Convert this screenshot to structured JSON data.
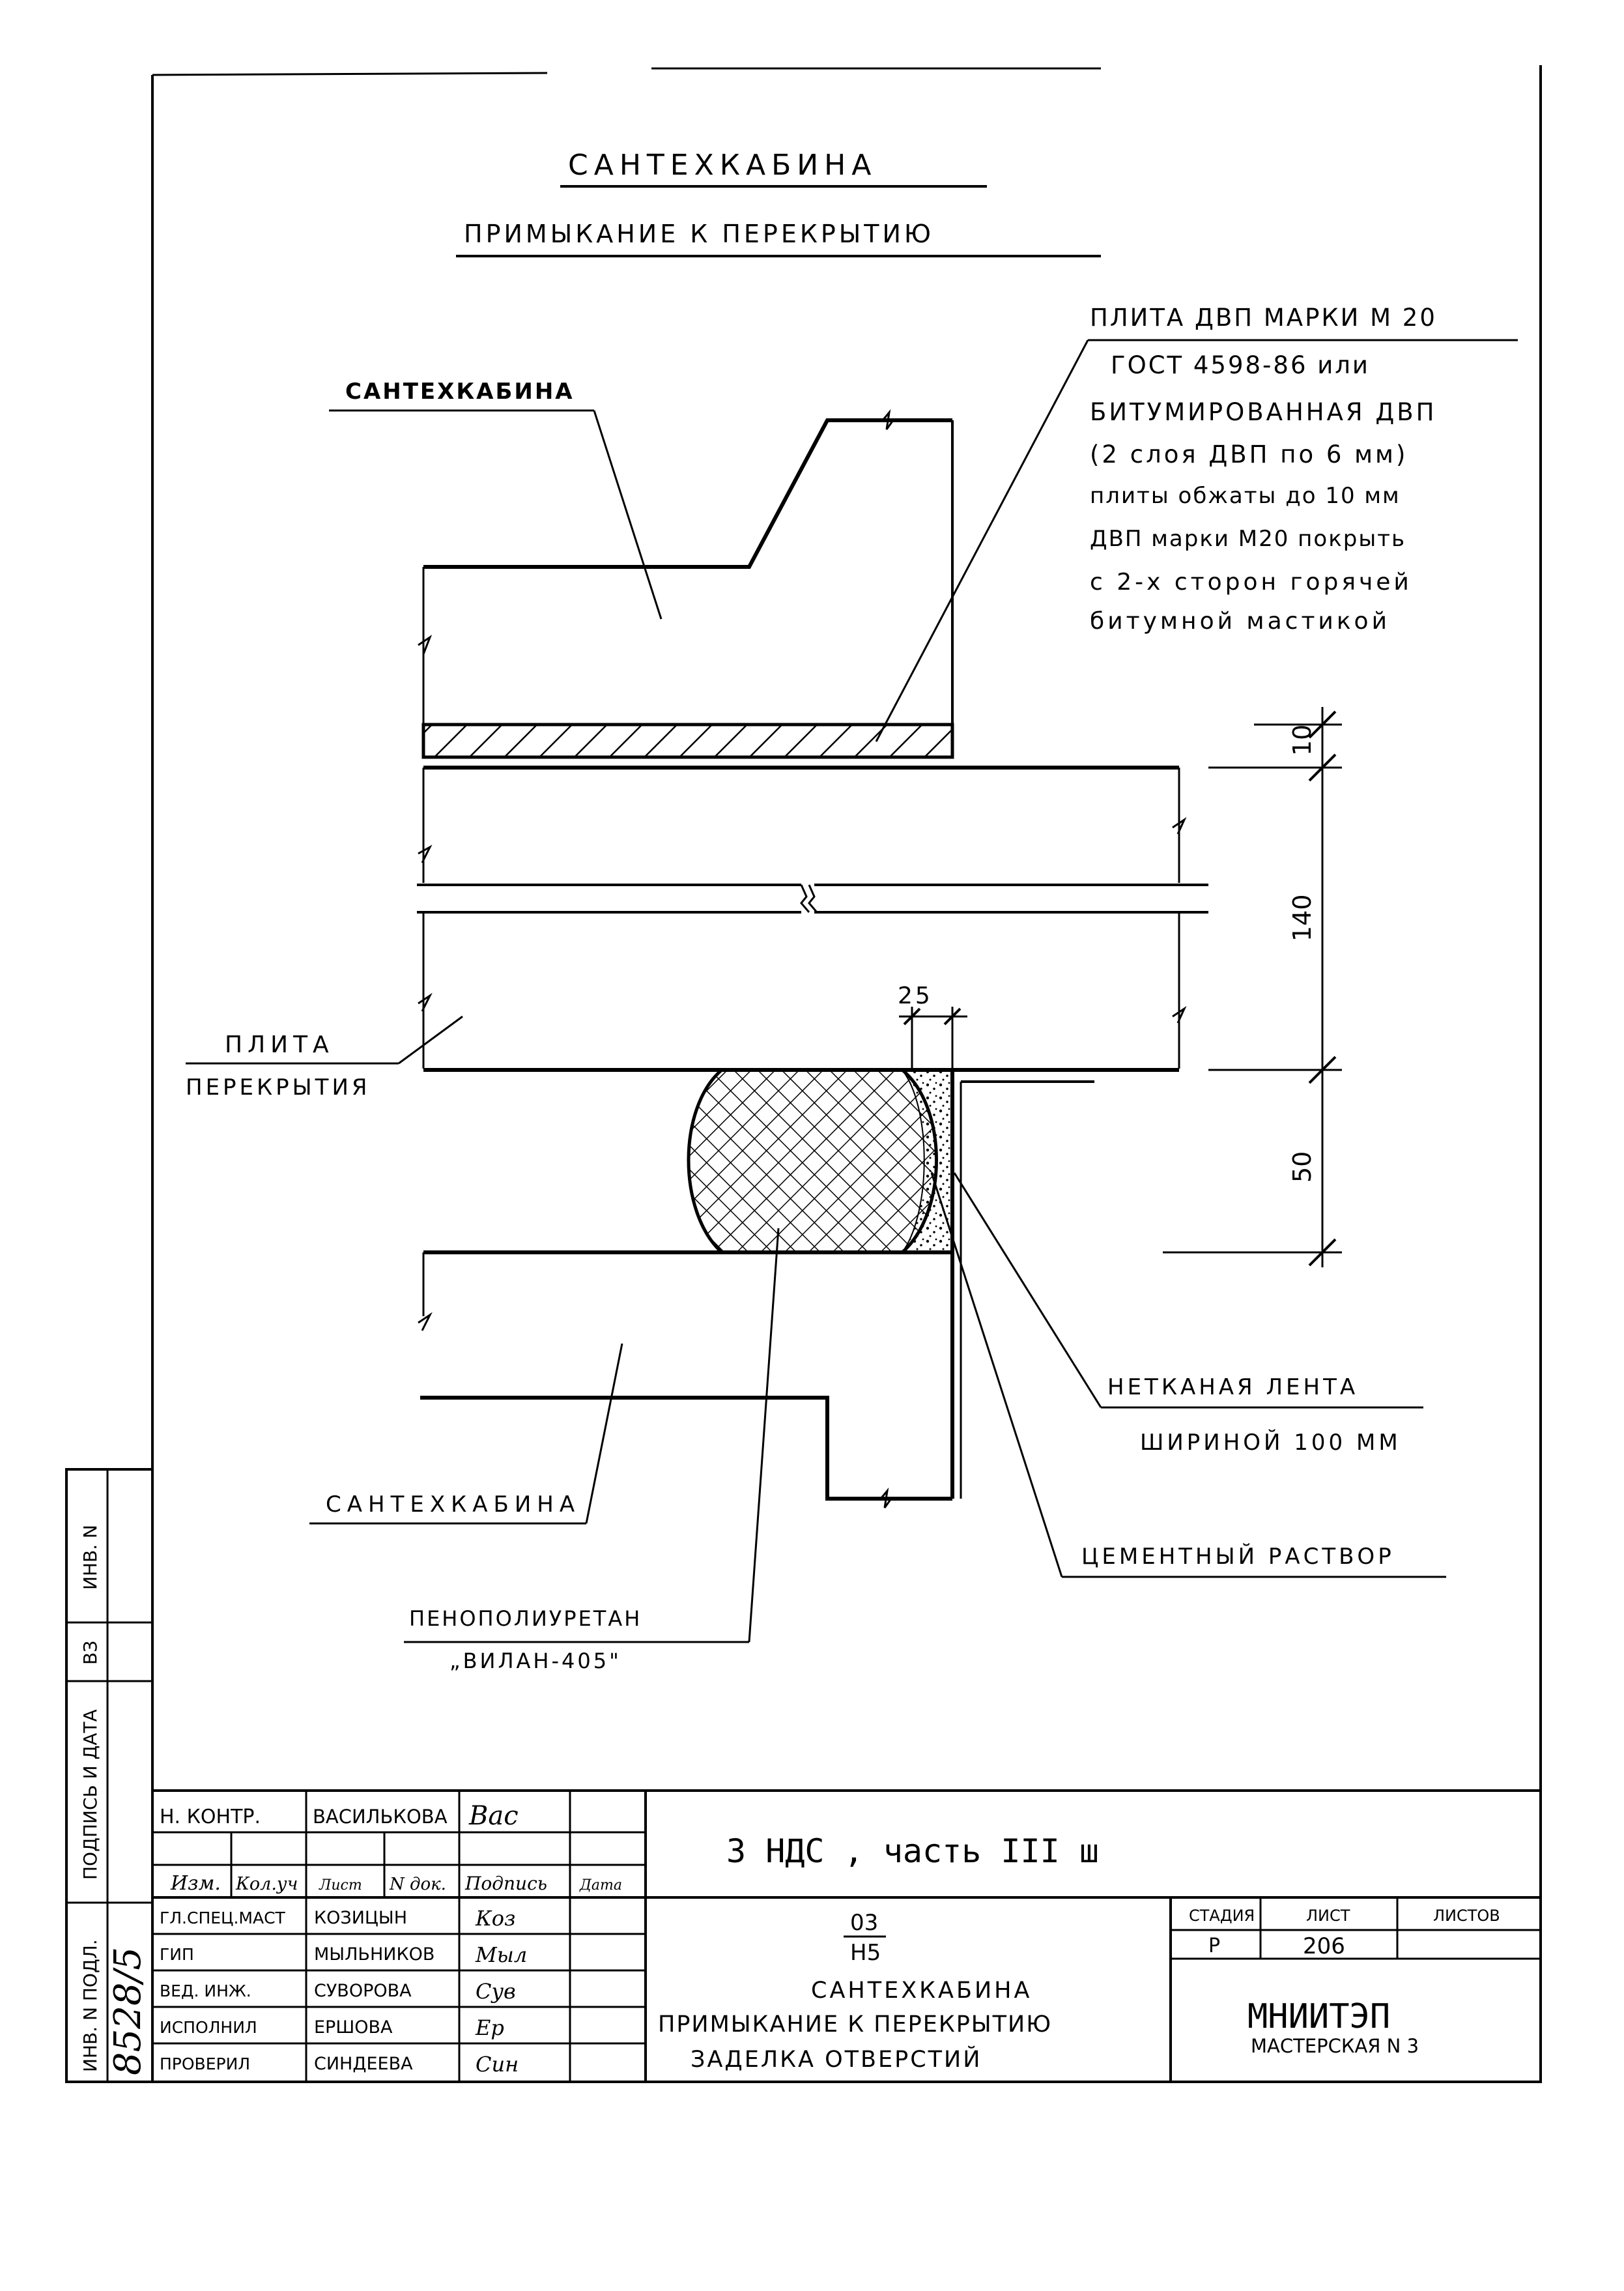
{
  "drawing": {
    "title": "САНТЕХКАБИНА",
    "subtitle": "ПРИМЫКАНИЕ К ПЕРЕКРЫТИЮ"
  },
  "labels": {
    "cabin_top": "САНТЕХКАБИНА",
    "cabin_bottom": "САНТЕХКАБИНА",
    "slab_line1": "ПЛИТА",
    "slab_line2": "ПЕРЕКРЫТИЯ",
    "board_lines": [
      "ПЛИТА ДВП МАРКИ М 20",
      "ГОСТ 4598-86 или",
      "БИТУМИРОВАННАЯ ДВП",
      "(2 слоя ДВП по 6 мм)",
      "плиты обжаты до 10 мм",
      "ДВП марки М20 покрыть",
      "с 2-х сторон горячей",
      "битумной мастикой"
    ],
    "tape_line1": "НЕТКАНАЯ ЛЕНТА",
    "tape_line2": "ШИРИНОЙ 100 ММ",
    "mortar": "ЦЕМЕНТНЫЙ РАСТВОР",
    "foam_line1": "ПЕНОПОЛИУРЕТАН",
    "foam_line2": "„ВИЛАН-405\""
  },
  "dimensions": {
    "top": "10",
    "middle": "140",
    "bottom": "50",
    "gap": "25"
  },
  "side_stamp": {
    "inv_n": "ИНВ. N",
    "vz": "ВЗ",
    "sign_date": "ПОДПИСЬ И ДАТА",
    "inv_n_podl": "ИНВ. N ПОДЛ.",
    "inv_value": "8528/5"
  },
  "title_block": {
    "doc_code": "3 НДС , часть III ш",
    "n_kontr_label": "Н. КОНТР.",
    "n_kontr_name": "ВАСИЛЬКОВА",
    "n_kontr_sign": "Вас",
    "headers": [
      "Изм.",
      "Кол.уч",
      "Лист",
      "N док.",
      "Подпись",
      "Дата"
    ],
    "staff": [
      {
        "role": "ГЛ.СПЕЦ.МАСТ",
        "name": "КОЗИЦЫН",
        "sign": "Коз"
      },
      {
        "role": "ГИП",
        "name": "МЫЛЬНИКОВ",
        "sign": "Мыл"
      },
      {
        "role": "ВЕД. ИНЖ.",
        "name": "СУВОРОВА",
        "sign": "Сув"
      },
      {
        "role": "ИСПОЛНИЛ",
        "name": "ЕРШОВА",
        "sign": "Ер"
      },
      {
        "role": "ПРОВЕРИЛ",
        "name": "СИНДЕЕВА",
        "sign": "Син"
      }
    ],
    "fraction_top": "03",
    "fraction_bottom": "Н5",
    "name_line1": "САНТЕХКАБИНА",
    "name_line2": "ПРИМЫКАНИЕ К ПЕРЕКРЫТИЮ",
    "name_line3": "ЗАДЕЛКА ОТВЕРСТИЙ",
    "stage_label": "СТАДИЯ",
    "sheet_label": "ЛИСТ",
    "sheets_label": "ЛИСТОВ",
    "stage_value": "Р",
    "sheet_value": "206",
    "sheets_value": "",
    "org_line1": "МНИИТЭП",
    "org_line2": "МАСТЕРСКАЯ N 3"
  }
}
